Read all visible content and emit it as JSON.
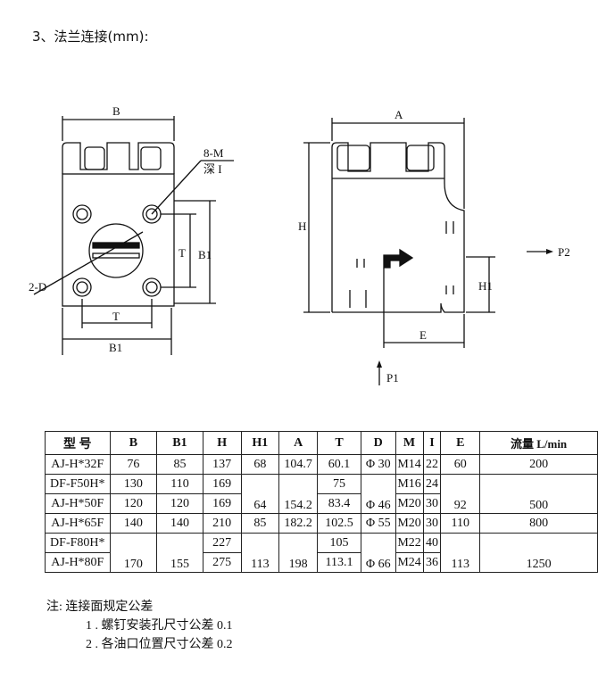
{
  "heading": "3、法兰连接(mm):",
  "drawing": {
    "labels": {
      "B": "B",
      "m": "8-M",
      "depth": "深 I",
      "t_side": "T",
      "b1_side": "B1",
      "d": "2-D",
      "t_bottom": "T",
      "b1_bottom": "B1",
      "A": "A",
      "H": "H",
      "H1": "H1",
      "E": "E",
      "P2": "P2",
      "P1": "P1"
    }
  },
  "table": {
    "headers": [
      "型 号",
      "B",
      "B1",
      "H",
      "H1",
      "A",
      "T",
      "D",
      "M",
      "I",
      "E",
      "流量 L/min"
    ],
    "rows": [
      [
        "AJ-H*32F",
        "76",
        "85",
        "137",
        "68",
        "104.7",
        "60.1",
        "Φ 30",
        "M14",
        "22",
        "60",
        "200"
      ],
      [
        "DF-F50H*",
        "130",
        "110",
        "169",
        "64",
        "154.2",
        "75",
        "Φ 46",
        "M16",
        "24",
        "92",
        "500"
      ],
      [
        "AJ-H*50F",
        "120",
        "120",
        "169",
        "",
        "",
        "83.4",
        "",
        "M20",
        "30",
        "",
        ""
      ],
      [
        "AJ-H*65F",
        "140",
        "140",
        "210",
        "85",
        "182.2",
        "102.5",
        "Φ 55",
        "M20",
        "30",
        "110",
        "800"
      ],
      [
        "DF-F80H*",
        "170",
        "155",
        "227",
        "113",
        "198",
        "105",
        "Φ 66",
        "M22",
        "40",
        "113",
        "1250"
      ],
      [
        "AJ-H*80F",
        "",
        "",
        "275",
        "",
        "",
        "113.1",
        "",
        "M24",
        "36",
        "",
        ""
      ]
    ]
  },
  "notes": {
    "title": "注: 连接面规定公差",
    "items": [
      "1 . 螺钉安装孔尺寸公差  0.1",
      "2 . 各油口位置尺寸公差  0.2"
    ]
  }
}
